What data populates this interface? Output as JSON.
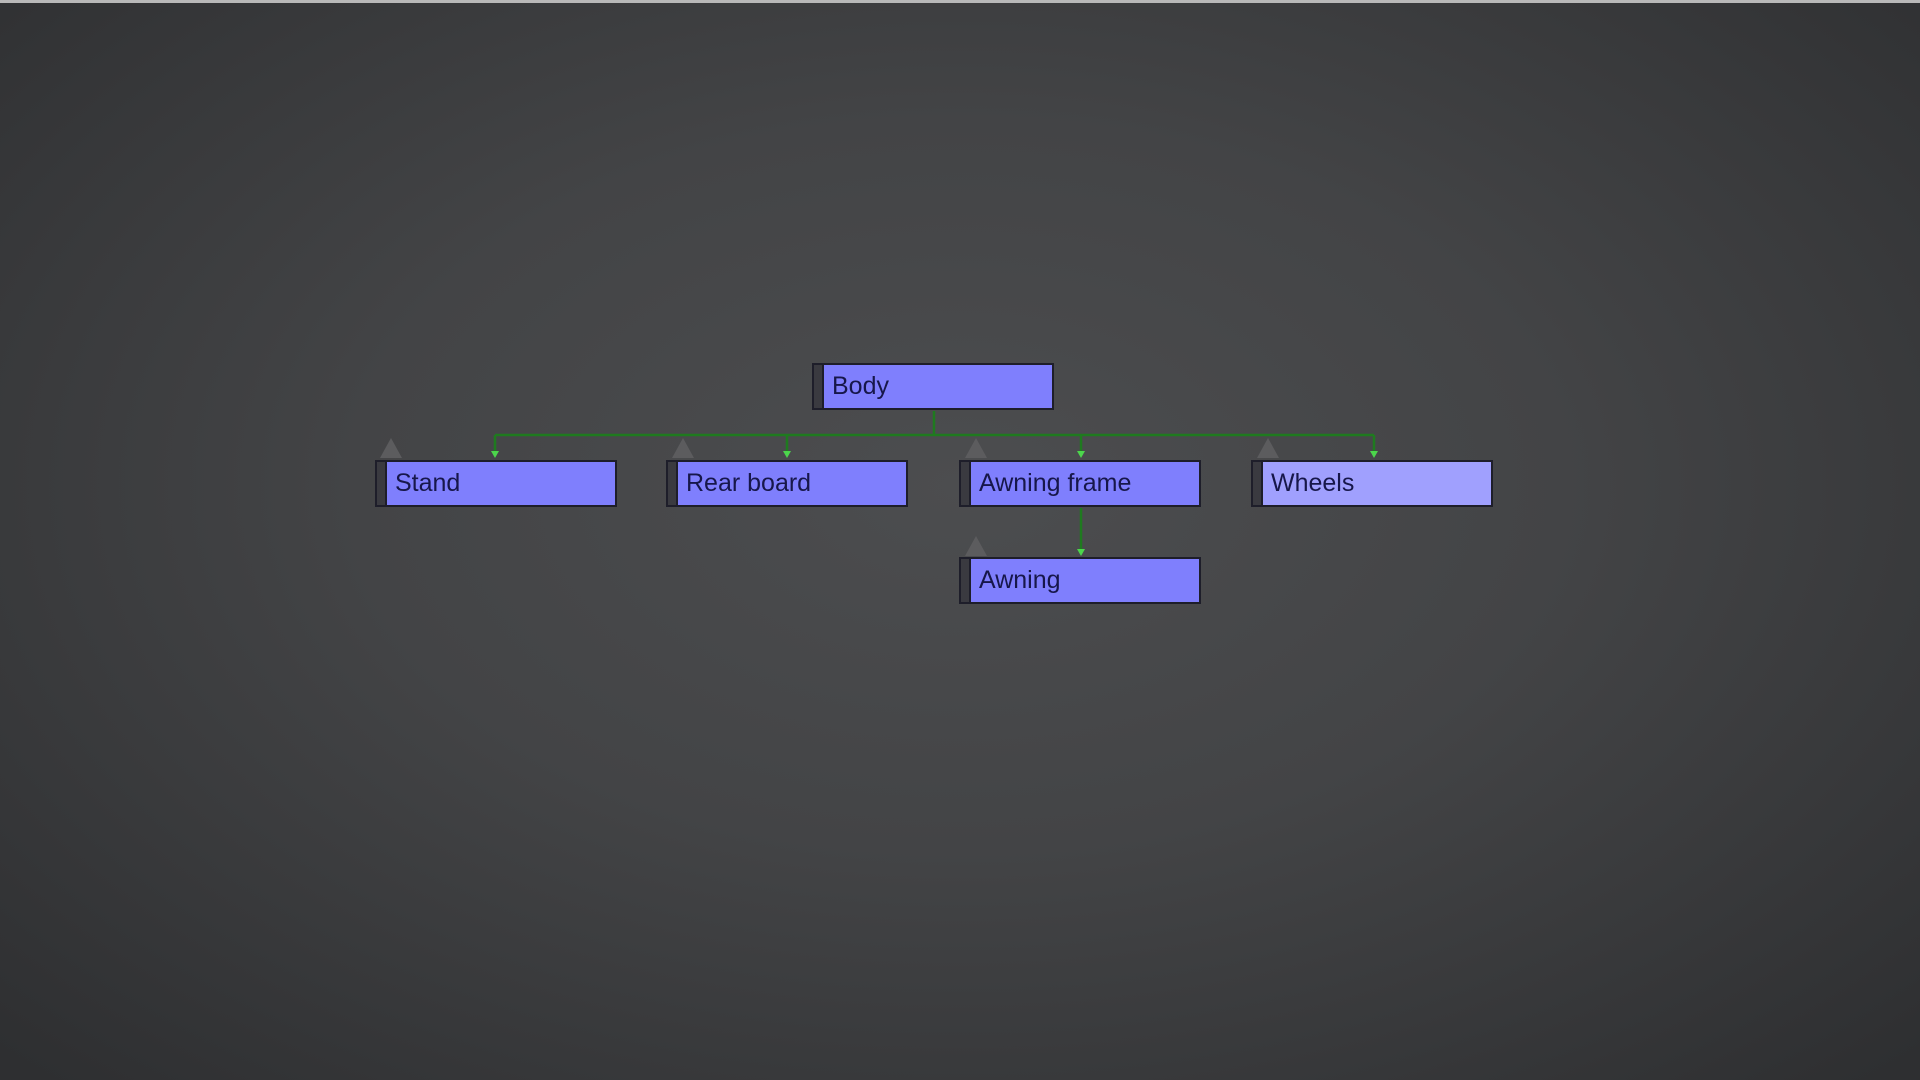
{
  "colors": {
    "node_fill": "#7f7ffd",
    "node_fill_highlight": "#a0a0fe",
    "node_text": "#17174a",
    "connector": "#1f7a1f",
    "connector_arrow": "#4cd64c"
  },
  "icons": {
    "node_handle": "grip-handle-icon",
    "parent_link": "triangle-up-icon"
  },
  "tree": {
    "root": {
      "label": "Body"
    },
    "children": [
      {
        "label": "Stand"
      },
      {
        "label": "Rear board"
      },
      {
        "label": "Awning frame",
        "children": [
          {
            "label": "Awning"
          }
        ]
      },
      {
        "label": "Wheels",
        "highlighted": true
      }
    ]
  }
}
